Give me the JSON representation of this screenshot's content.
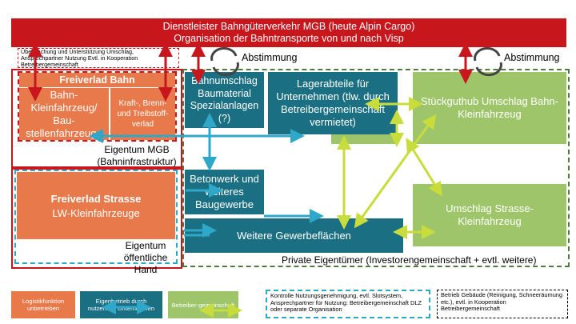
{
  "header": {
    "line1": "Dienstleister Bahngüterverkehr MGB (heute Alpin Cargo)",
    "line2": "Organisation der Bahntransporte von und nach Visp"
  },
  "notes": {
    "ueberwachung": "Überwachung und Unterstützung Umschlag, Ansprechpartner Nutzung Evtl. in Kooperation Betreibergemeinschaft"
  },
  "sync": {
    "left": "Abstimmung",
    "right": "Abstimmung"
  },
  "boxes": {
    "freiverlad_bahn_title": "Freiverlad Bahn",
    "bahn_klein": "Bahn-Kleinfahrzeug/ Bau-stellenfahrzeuge",
    "kraft": "Kraft-, Brenn- und Treibstoff-verlad",
    "bahnumschlag": "Bahnumschlag Baumaterial Spezialanlagen (?)",
    "lagerabteile": "Lagerabteile für Unternehmen (tlw. durch Betreibergemeinschaft vermietet)",
    "stueckgut": "Stückguthub Umschlag Bahn-Kleinfahrzeug",
    "eigentum_mgb": "Eigentum MGB (Bahninfrastruktur)",
    "betonwerk": "Betonwerk und weiteres Baugewerbe",
    "freiverlad_strasse_title": "Freiverlad Strasse",
    "lw_klein": "LW-Kleinfahrzeuge",
    "umschlag_strasse": "Umschlag Strasse-Kleinfahrzeug",
    "weitere_gewerbe": "Weitere Gewerbeflächen",
    "eigentum_oeffentlich": "Eigentum öffentliche Hand",
    "private": "Private Eigentümer (Investorengemeinschaft + evtl. weitere)"
  },
  "legend": {
    "logistik": "Logistikfunktion unbetrieben",
    "eigenbetrieb": "Eigenbetrieb durch nutzendes Unternehmen",
    "betreiber": "Betreiber-gemeinschaft",
    "kontrolle": "Kontrolle Nutzungsgenehmigung, evtl. Slotsystem, Ansprechpartner für Nutzung: Betreibergemeinschaft DLZ oder separate Organisation",
    "betrieb_gebaeude": "Betrieb Gebäude (Reinigung, Schneeräumung etc.), evtl. in Kooperation Betreibergemeinschaft"
  },
  "colors": {
    "red": "#c8161d",
    "orange": "#e8794a",
    "teal": "#1b6f82",
    "cyan": "#2fa7c9",
    "green": "#9ec56a",
    "dark_green": "#4f7a3d",
    "arrow_lime": "#c8dc3c"
  }
}
